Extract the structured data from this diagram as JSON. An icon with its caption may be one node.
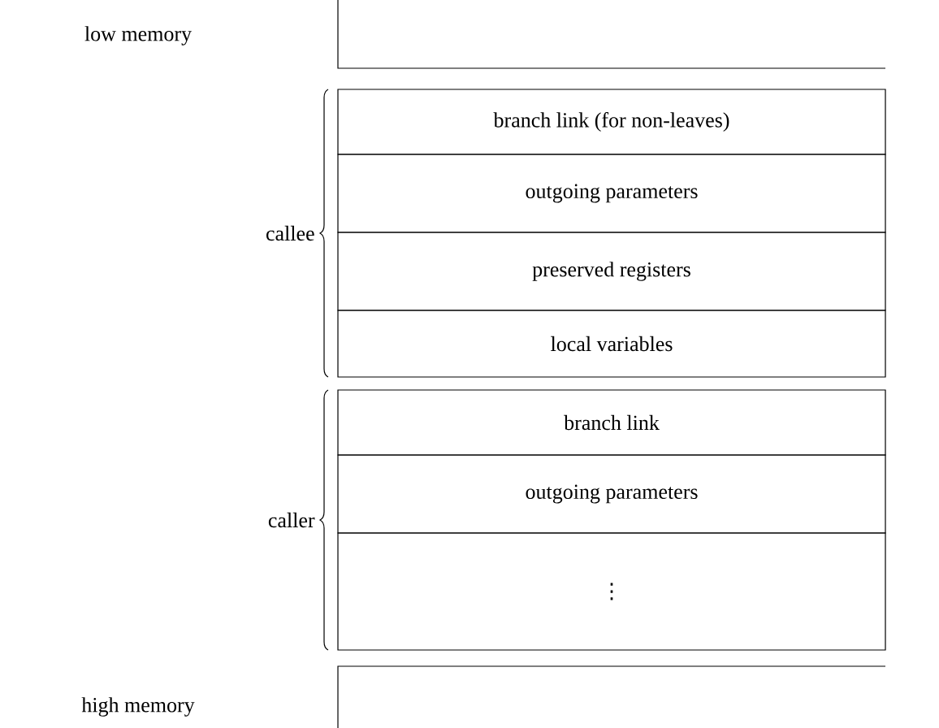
{
  "diagram": {
    "nodes": [
      {
        "text": [],
        "shape": "box"
      },
      {
        "text": [
          "branch link (for non-leaves)"
        ]
      },
      {
        "text": [
          "outgoing parameters"
        ]
      },
      {
        "text": [
          "preserved registers"
        ]
      },
      {
        "text": [
          "local variables"
        ]
      },
      {
        "text": [
          "branch link"
        ]
      },
      {
        "text": [
          "outgoing parameters"
        ]
      },
      {
        "text": [
          "⋮"
        ]
      },
      {
        "text": [],
        "shape": "box"
      }
    ],
    "labels": [
      "low memory",
      "callee",
      "caller",
      "high memory"
    ]
  }
}
